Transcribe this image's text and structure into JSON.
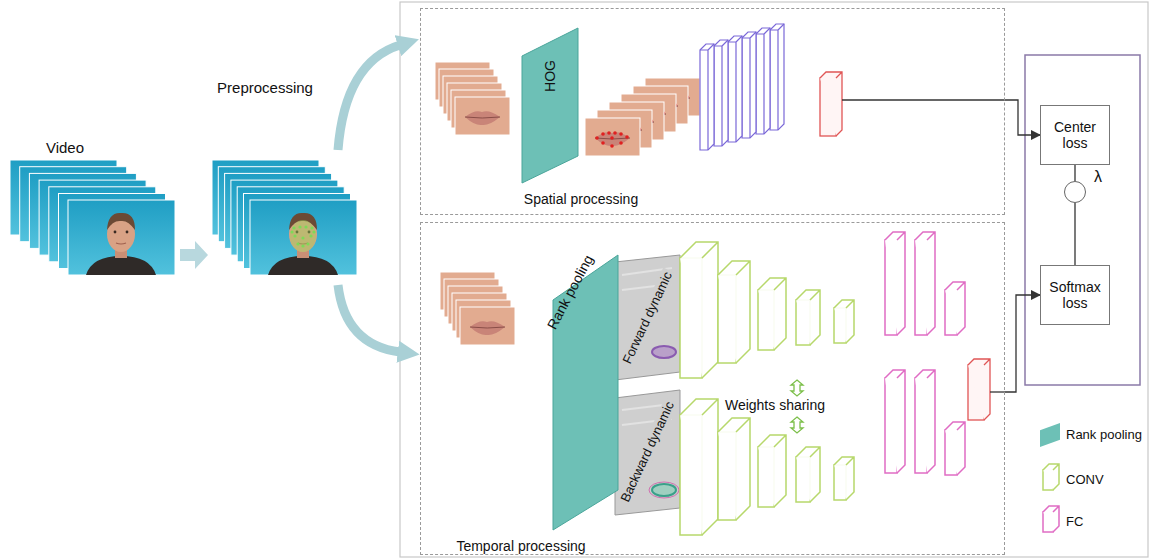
{
  "diagram": {
    "nodes": [
      {
        "text": [
          "Spatial processing"
        ]
      },
      {
        "text": [
          "HOG"
        ],
        "in": 0
      },
      {
        "text": [
          "Temporal processing"
        ]
      },
      {
        "text": [
          "Rank pooling"
        ],
        "in": 2
      },
      {
        "text": [
          "Center loss"
        ]
      },
      {
        "text": [
          "λ"
        ]
      },
      {
        "text": [
          "Softmax loss"
        ]
      }
    ],
    "edges": [
      {
        "from": 0,
        "to": 4,
        "arrow": "to"
      },
      {
        "from": 4,
        "to": 5,
        "arrow": "none"
      },
      {
        "from": 5,
        "to": 6,
        "arrow": "none"
      },
      {
        "from": 2,
        "to": 6,
        "arrow": "to"
      }
    ],
    "labels": [
      "Video",
      "Preprocessing",
      "Forward dynamic",
      "Backward dynamic",
      "Weights sharing"
    ],
    "legend": [
      {
        "text": "Rank pooling",
        "color": "#6dc0b6"
      },
      {
        "text": "CONV"
      },
      {
        "text": "FC"
      }
    ]
  }
}
